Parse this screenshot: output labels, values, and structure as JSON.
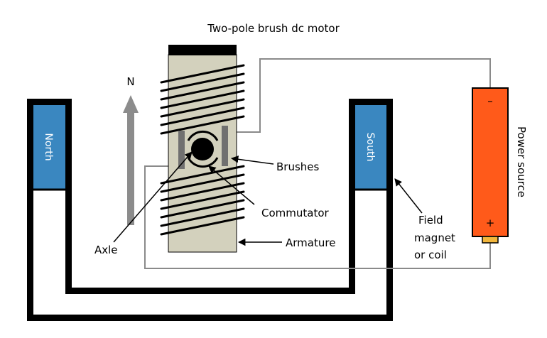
{
  "title": "Two-pole brush dc motor",
  "poles": {
    "north": "North",
    "south": "South"
  },
  "compass": "N",
  "labels": {
    "brushes": "Brushes",
    "commutator": "Commutator",
    "armature": "Armature",
    "axle": "Axle",
    "field_line1": "Field",
    "field_line2": "magnet",
    "field_line3": "or coil"
  },
  "power_source": {
    "label": "Power source",
    "minus": "–",
    "plus": "+"
  },
  "colors": {
    "pole_blue": "#3a87c0",
    "battery_orange": "#ff5a1a",
    "battery_cap": "#f2b63c",
    "armature_tan": "#d3d1bd",
    "arrow_gray": "#8c8c8c",
    "wire_gray": "#8a8a8a",
    "magnet_black": "#000000"
  }
}
